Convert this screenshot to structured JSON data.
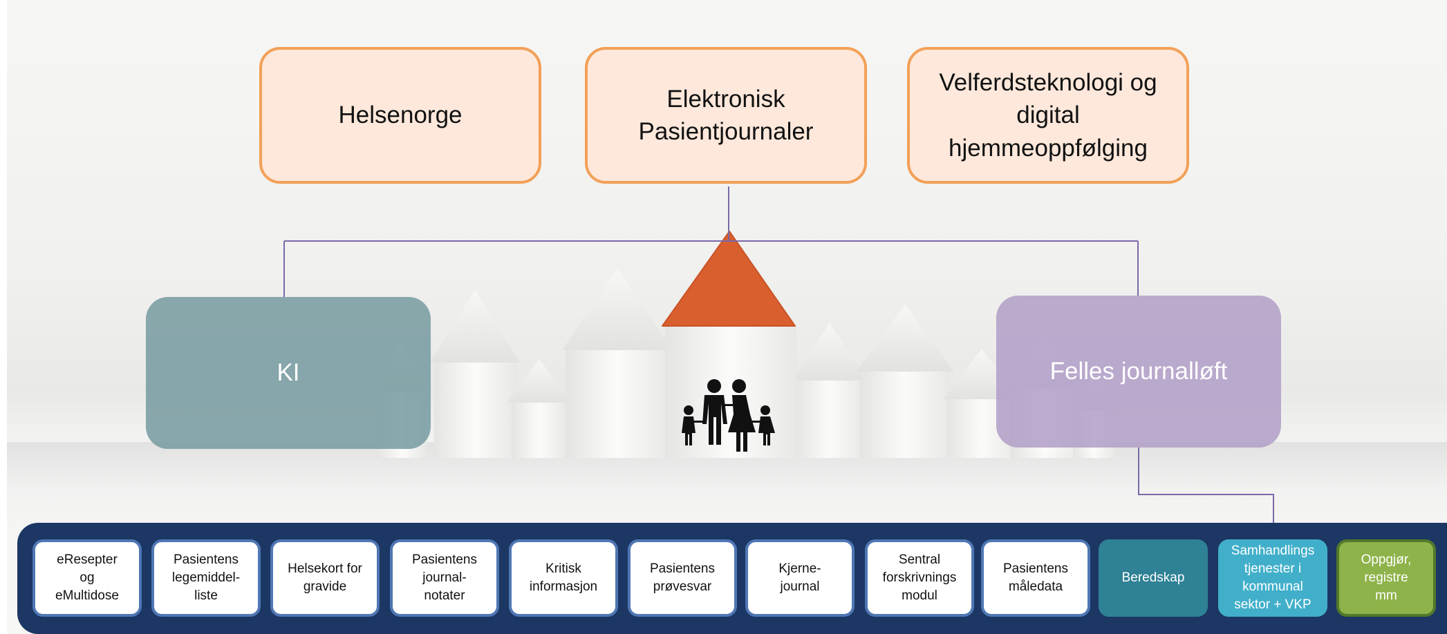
{
  "top_boxes": [
    {
      "label": "Helsenorge"
    },
    {
      "label": "Elektronisk\nPasientjournaler"
    },
    {
      "label": "Velferdsteknologi og\ndigital\nhjemmeoppfølging"
    }
  ],
  "side_boxes": {
    "ki": "KI",
    "felles": "Felles journalløft"
  },
  "bottom_items": [
    {
      "label": "eResepter\nog\neMultidose",
      "style": "white"
    },
    {
      "label": "Pasientens\nlegemiddel-\nliste",
      "style": "white"
    },
    {
      "label": "Helsekort for\ngravide",
      "style": "white"
    },
    {
      "label": "Pasientens\njournal-\nnotater",
      "style": "white"
    },
    {
      "label": "Kritisk\ninformasjon",
      "style": "white"
    },
    {
      "label": "Pasientens\nprøvesvar",
      "style": "white"
    },
    {
      "label": "Kjerne-\njournal",
      "style": "white"
    },
    {
      "label": "Sentral\nforskrivnings\nmodul",
      "style": "white"
    },
    {
      "label": "Pasientens\nmåledata",
      "style": "white"
    },
    {
      "label": "Beredskap",
      "style": "teal"
    },
    {
      "label": "Samhandlings\ntjenester i\nkommunal\nsektor + VKP",
      "style": "light"
    },
    {
      "label": "Oppgjør,\nregistre\nmm",
      "style": "green"
    }
  ],
  "colors": {
    "top_box_fill": "#fde8db",
    "top_box_border": "#f2a057",
    "ki_fill": "#769aa0",
    "felles_fill": "#b09dc7",
    "bottom_bar": "#1c3763",
    "chip_border": "#4f77b4",
    "roof": "#d95f2f",
    "connector": "#7a68a8"
  },
  "icons": [
    "house-icon",
    "family-icon"
  ]
}
